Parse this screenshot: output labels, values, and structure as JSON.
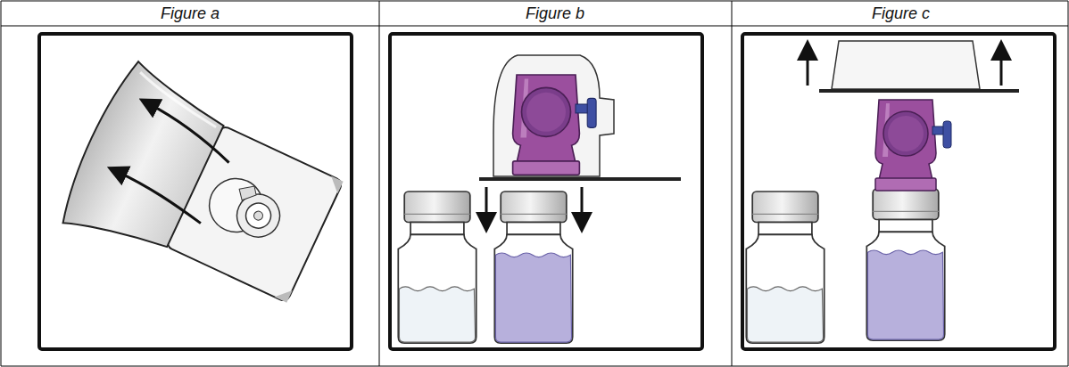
{
  "diagram": {
    "labels": [
      "Figure a",
      "Figure b",
      "Figure c"
    ]
  }
}
